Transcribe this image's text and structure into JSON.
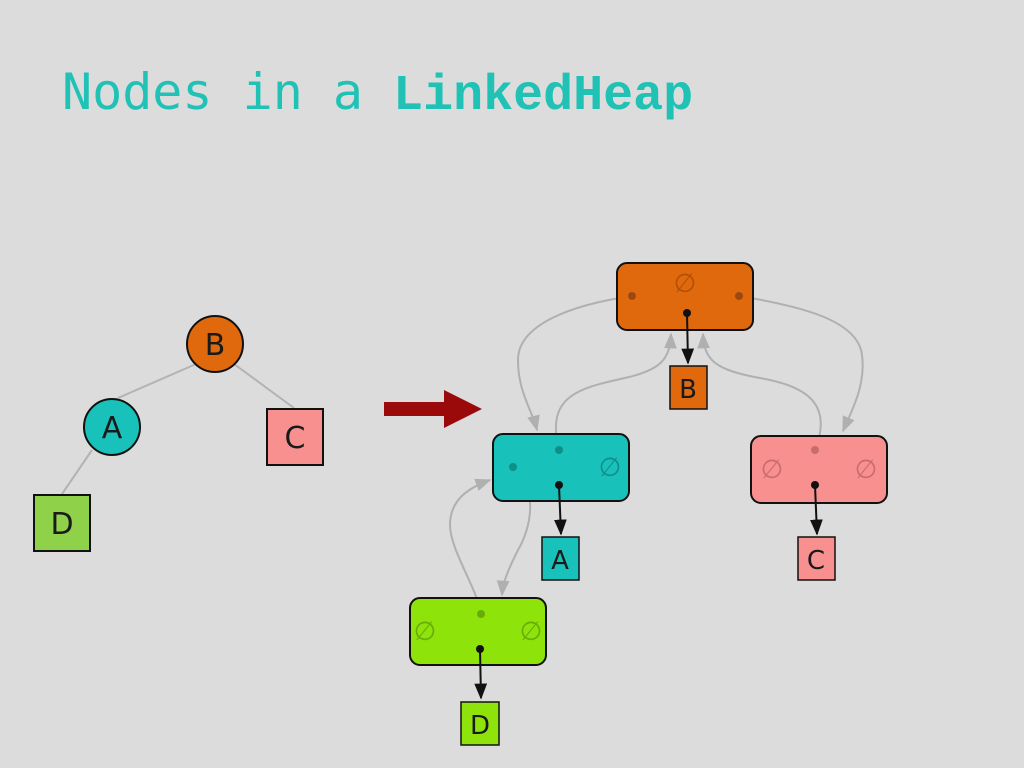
{
  "title": {
    "prefix": "Nodes in a ",
    "code": "LinkedHeap"
  },
  "colors": {
    "background": "#dcdcdc",
    "title": "#1fc2b5",
    "orange": "#e0690e",
    "teal": "#18c2bb",
    "pink": "#f89090",
    "green": "#8ee30a",
    "leaf_green": "#8fd24a",
    "arrow": "#9b0a0a",
    "link": "#b0b0b0",
    "pointer": "#111111"
  },
  "tree": {
    "nodes": [
      {
        "id": "B",
        "label": "B",
        "shape": "circle"
      },
      {
        "id": "A",
        "label": "A",
        "shape": "circle"
      },
      {
        "id": "C",
        "label": "C",
        "shape": "square"
      },
      {
        "id": "D",
        "label": "D",
        "shape": "square"
      }
    ],
    "edges": [
      [
        "B",
        "A"
      ],
      [
        "B",
        "C"
      ],
      [
        "A",
        "D"
      ]
    ]
  },
  "linked": {
    "nodes": [
      {
        "id": "nodeB",
        "element": "B"
      },
      {
        "id": "nodeA",
        "element": "A"
      },
      {
        "id": "nodeC",
        "element": "C"
      },
      {
        "id": "nodeD",
        "element": "D"
      }
    ],
    "null_symbol": "∅"
  }
}
